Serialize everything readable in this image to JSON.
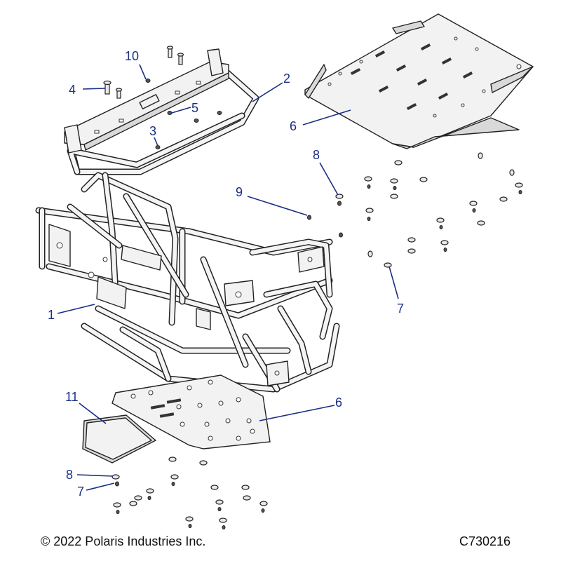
{
  "callouts": {
    "c1": "1",
    "c2": "2",
    "c3": "3",
    "c4": "4",
    "c5": "5",
    "c6a": "6",
    "c6b": "6",
    "c7a": "7",
    "c7b": "7",
    "c8a": "8",
    "c8b": "8",
    "c9": "9",
    "c10": "10",
    "c11": "11"
  },
  "footer": {
    "copyright": "© 2022 Polaris Industries Inc.",
    "figure_id": "C730216"
  },
  "colors": {
    "callout": "#1a2f86",
    "linework": "#222222",
    "background": "#ffffff"
  }
}
